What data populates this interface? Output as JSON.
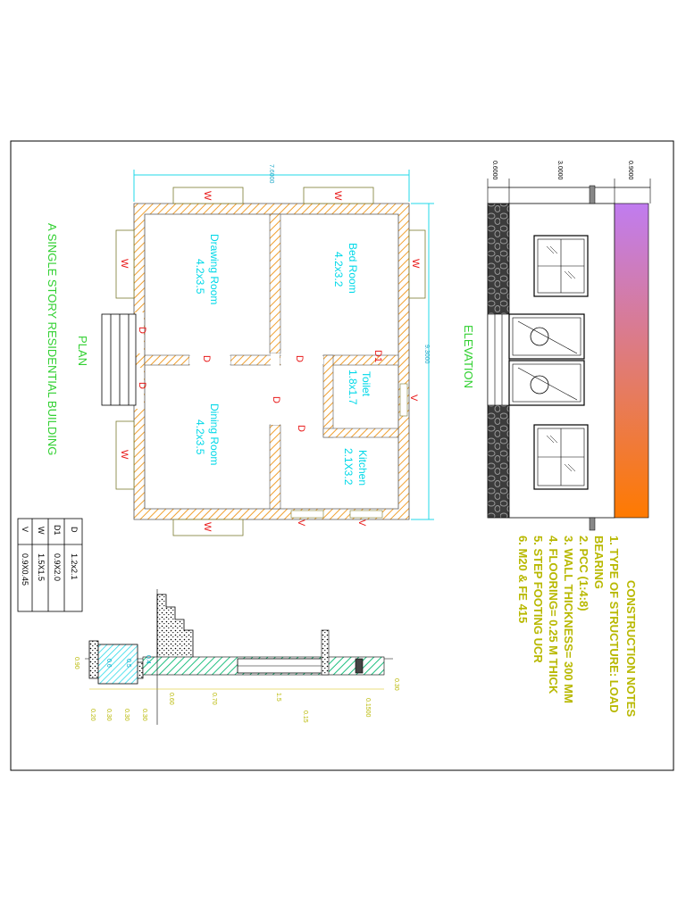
{
  "plan": {
    "title": "PLAN",
    "subtitle": "A SINGLE STORY RESIDENTIAL BUILDING",
    "dim_overall_width": "7.6000",
    "dim_overall_depth": "9.3000",
    "rooms": [
      {
        "name": "Drawing Room",
        "size": "4.2x3.5"
      },
      {
        "name": "Bed Room",
        "size": "4.2x3.2"
      },
      {
        "name": "Dining Room",
        "size": "4.2x3.5"
      },
      {
        "name": "Toilet",
        "size": "1.8x1.7"
      },
      {
        "name": "Kitchen",
        "size": "2.1X3.2"
      }
    ],
    "marks": {
      "window": "W",
      "door": "D",
      "door1": "D1",
      "ventilator": "V"
    }
  },
  "elevation": {
    "title": "ELEVATION",
    "dims": [
      "0.6000",
      "3.0000",
      "0.9000"
    ],
    "colors": {
      "parapet_top": "#c07cf0",
      "parapet_bottom": "#ff7a00",
      "plinth": "#3c3c3c"
    }
  },
  "schedule": {
    "rows": [
      {
        "mark": "D",
        "size": "1.2x2.1"
      },
      {
        "mark": "D1",
        "size": "0.9X2.0"
      },
      {
        "mark": "W",
        "size": "1.5X1.5"
      },
      {
        "mark": "V",
        "size": "0.9X0.45"
      }
    ]
  },
  "section": {
    "dims_low": [
      "0.90",
      "0.20",
      "0.30",
      "0.30",
      "0.30",
      "0.60",
      "0.70",
      "1.5",
      "0.15",
      "0.1500",
      "0.30"
    ],
    "step_labels": [
      "0.6",
      "0.5",
      "0.4"
    ]
  },
  "notes": {
    "title": "CONSTRUCTION NOTES",
    "items": [
      "1. TYPE OF STRUCTURE: LOAD",
      "BEARING",
      "2. PCC (1:4:8)",
      "3. WALL THICKNESS= 300 MM",
      "4. FLOORING= 0.25 M THICK",
      "5. STEP FOOTING UCR",
      "6. M20 & FE 415"
    ]
  },
  "colors": {
    "wall_hatch": "#f0a030",
    "room_text": "#00d8e8",
    "window_text": "#e81818",
    "label_green": "#30d030",
    "notes_olive": "#b8b800",
    "dim_cyan": "#20d8e8"
  }
}
